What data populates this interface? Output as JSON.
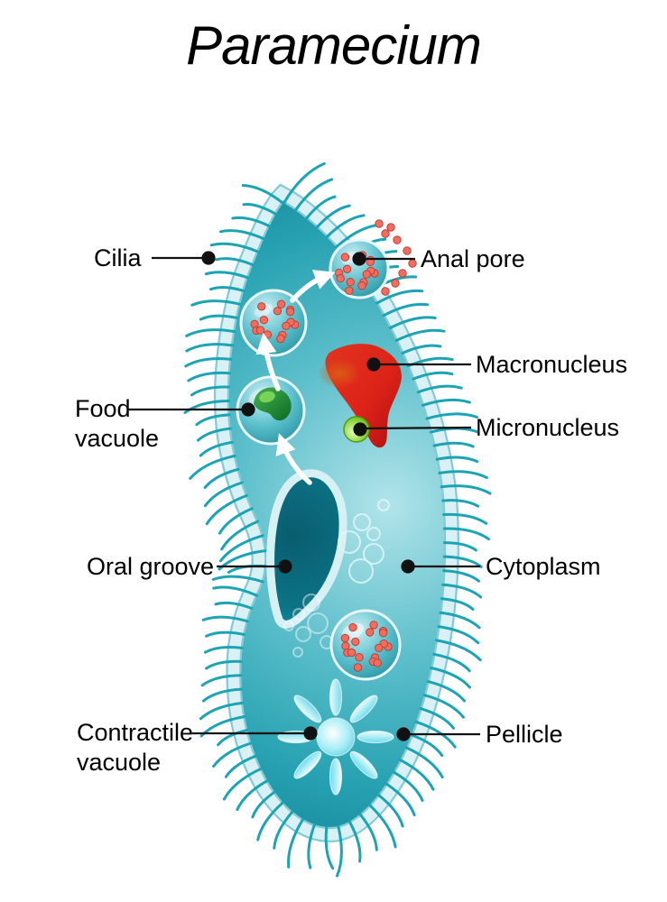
{
  "title": "Paramecium",
  "labels": {
    "cilia": "Cilia",
    "anal_pore": "Anal pore",
    "macronucleus": "Macronucleus",
    "micronucleus": "Micronucleus",
    "food_vacuole": "Food vacuole",
    "oral_groove": "Oral groove",
    "cytoplasm": "Cytoplasm",
    "contractile_vacuole": "Contractile vacuole",
    "pellicle": "Pellicle"
  },
  "colors": {
    "background": "#ffffff",
    "body_teal": "#2aa9b8",
    "body_highlight": "#aee2e9",
    "pellicle_band": "#d9f1f5",
    "pellicle_edge": "#84cbd6",
    "cilia": "#1ba4b4",
    "oral_groove_dark": "#0a6273",
    "macronucleus_red": "#dd2318",
    "macronucleus_orange": "#d95d15",
    "micronucleus_green": "#8ed63e",
    "food_particle_red": "#f26d5f",
    "food_particle_edge": "#bc4237",
    "contractile_cyan": "#9deaf3",
    "arrow": "#ffffff",
    "leader_line": "#111111",
    "label_text": "#000000"
  }
}
